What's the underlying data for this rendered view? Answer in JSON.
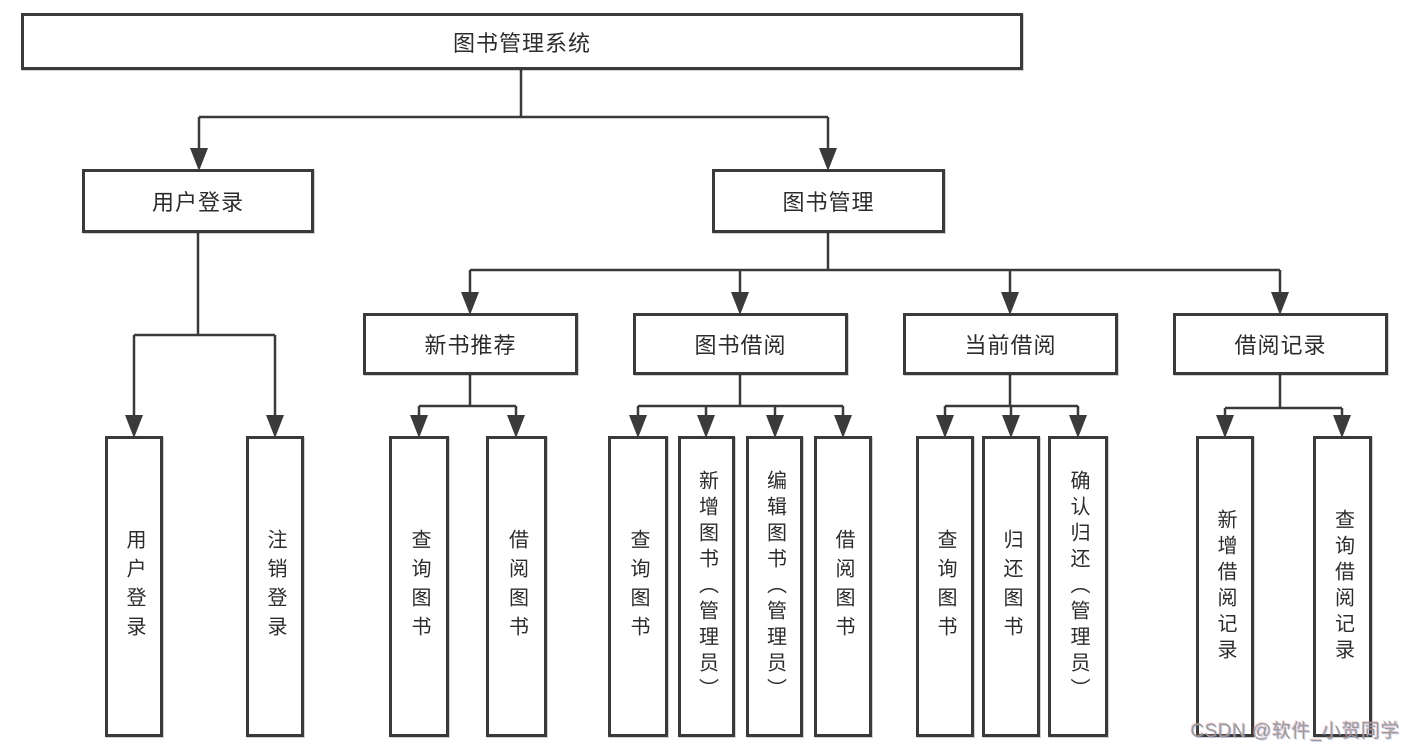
{
  "diagram": {
    "title": "图书管理系统",
    "nodes": {
      "root": "图书管理系统",
      "user_login": "用户登录",
      "book_mgmt": "图书管理",
      "new_books": "新书推荐",
      "borrow": "图书借阅",
      "current": "当前借阅",
      "records": "借阅记录",
      "user_login_children": [
        "用户登录",
        "注销登录"
      ],
      "new_books_children": [
        "查询图书",
        "借阅图书"
      ],
      "borrow_children": [
        "查询图书",
        "新增图书（管理员）",
        "编辑图书（管理员）",
        "借阅图书"
      ],
      "current_children": [
        "查询图书",
        "归还图书",
        "确认归还（管理员）"
      ],
      "records_children": [
        "新增借阅记录",
        "查询借阅记录"
      ]
    },
    "colors": {
      "line": "#3a3a3a",
      "text": "#2c2c2c",
      "box_background": "#ffffff",
      "watermark": "#9b9b9b",
      "background": "#ffffff"
    },
    "watermark": "CSDN @软件_小贺同学"
  }
}
